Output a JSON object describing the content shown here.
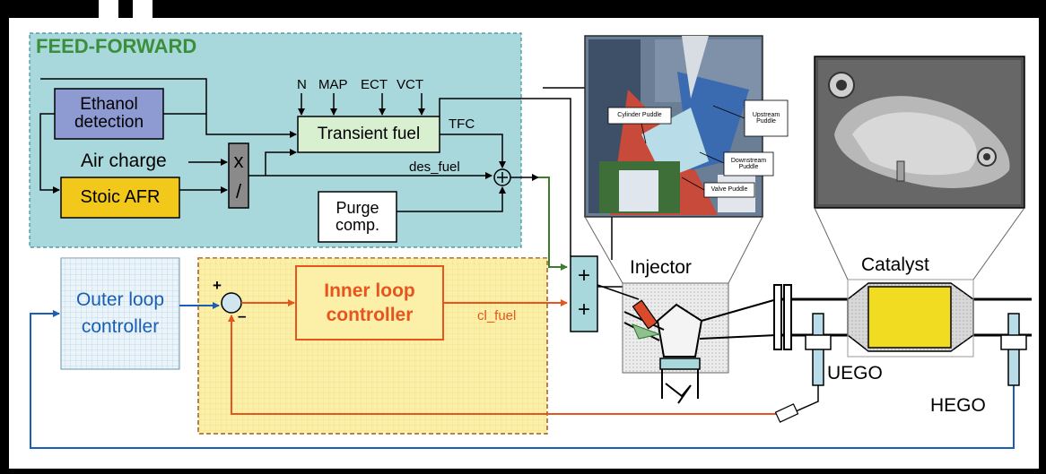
{
  "feedforward": {
    "title": "FEED-FORWARD"
  },
  "blocks": {
    "ethanol": "Ethanol detection",
    "transient": "Transient fuel",
    "stoic": "Stoic AFR",
    "purge": "Purge comp.",
    "outer": "Outer loop controller",
    "inner": "Inner loop controller",
    "mult_x": "x",
    "mult_div": "/",
    "sum_plus_top": "+",
    "sum_plus_bottom": "+"
  },
  "inputs": {
    "n": "N",
    "map": "MAP",
    "ect": "ECT",
    "vct": "VCT",
    "air_charge": "Air charge"
  },
  "signals": {
    "tfc": "TFC",
    "des_fuel": "des_fuel",
    "cl_fuel": "cl_fuel",
    "plus": "+",
    "minus": "–"
  },
  "engine": {
    "injector": "Injector",
    "catalyst": "Catalyst",
    "uego": "UEGO",
    "hego": "HEGO"
  },
  "puddles": {
    "upstream": "Upstream Puddle",
    "cylinder": "Cylinder Puddle",
    "downstream": "Downstream Puddle",
    "valve": "Valve Puddle"
  },
  "colors": {
    "feedforward_bg": "#a8d8dc",
    "feedforward_title": "#3b8f3a",
    "inner_bg": "#fcf0a8",
    "inner_accent": "#e8541e",
    "outer_text": "#1a5fb4",
    "feedback_line": "#1a5fb4",
    "catalyst_core": "#f2dc22"
  }
}
